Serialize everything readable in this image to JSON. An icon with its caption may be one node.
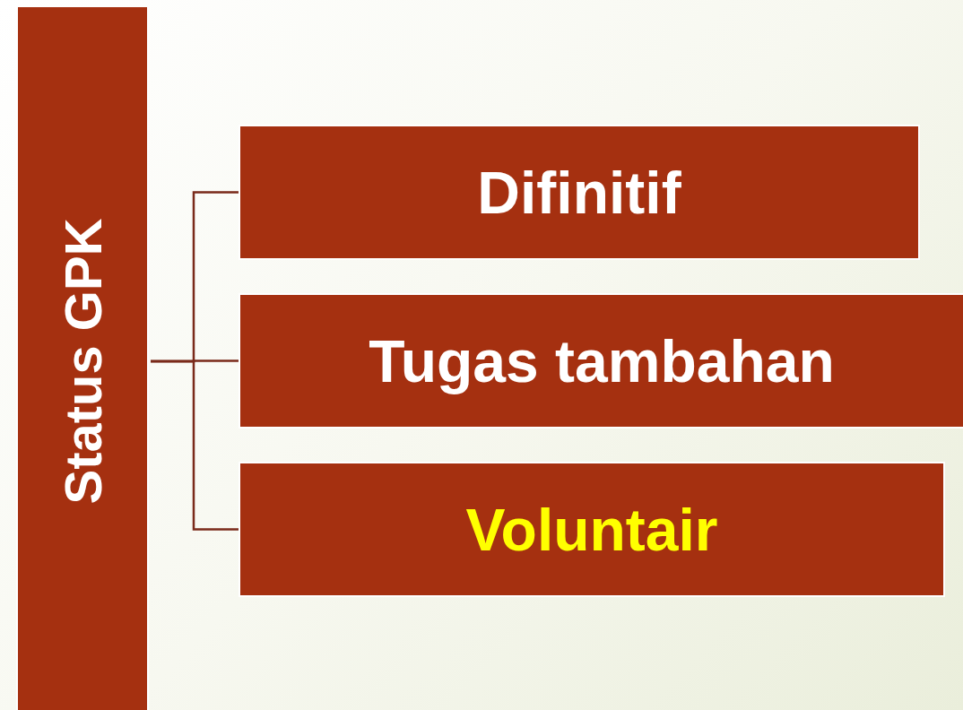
{
  "diagram": {
    "nodes": [
      {
        "text": [
          "Status GPK"
        ]
      },
      {
        "text": [
          "Difinitif"
        ]
      },
      {
        "text": [
          "Tugas tambahan"
        ]
      },
      {
        "text": [
          "Voluntair"
        ]
      }
    ],
    "edges": [
      {
        "from": 0,
        "to": 1,
        "arrow": "none"
      },
      {
        "from": 0,
        "to": 2,
        "arrow": "none"
      },
      {
        "from": 0,
        "to": 3,
        "arrow": "none"
      }
    ]
  }
}
